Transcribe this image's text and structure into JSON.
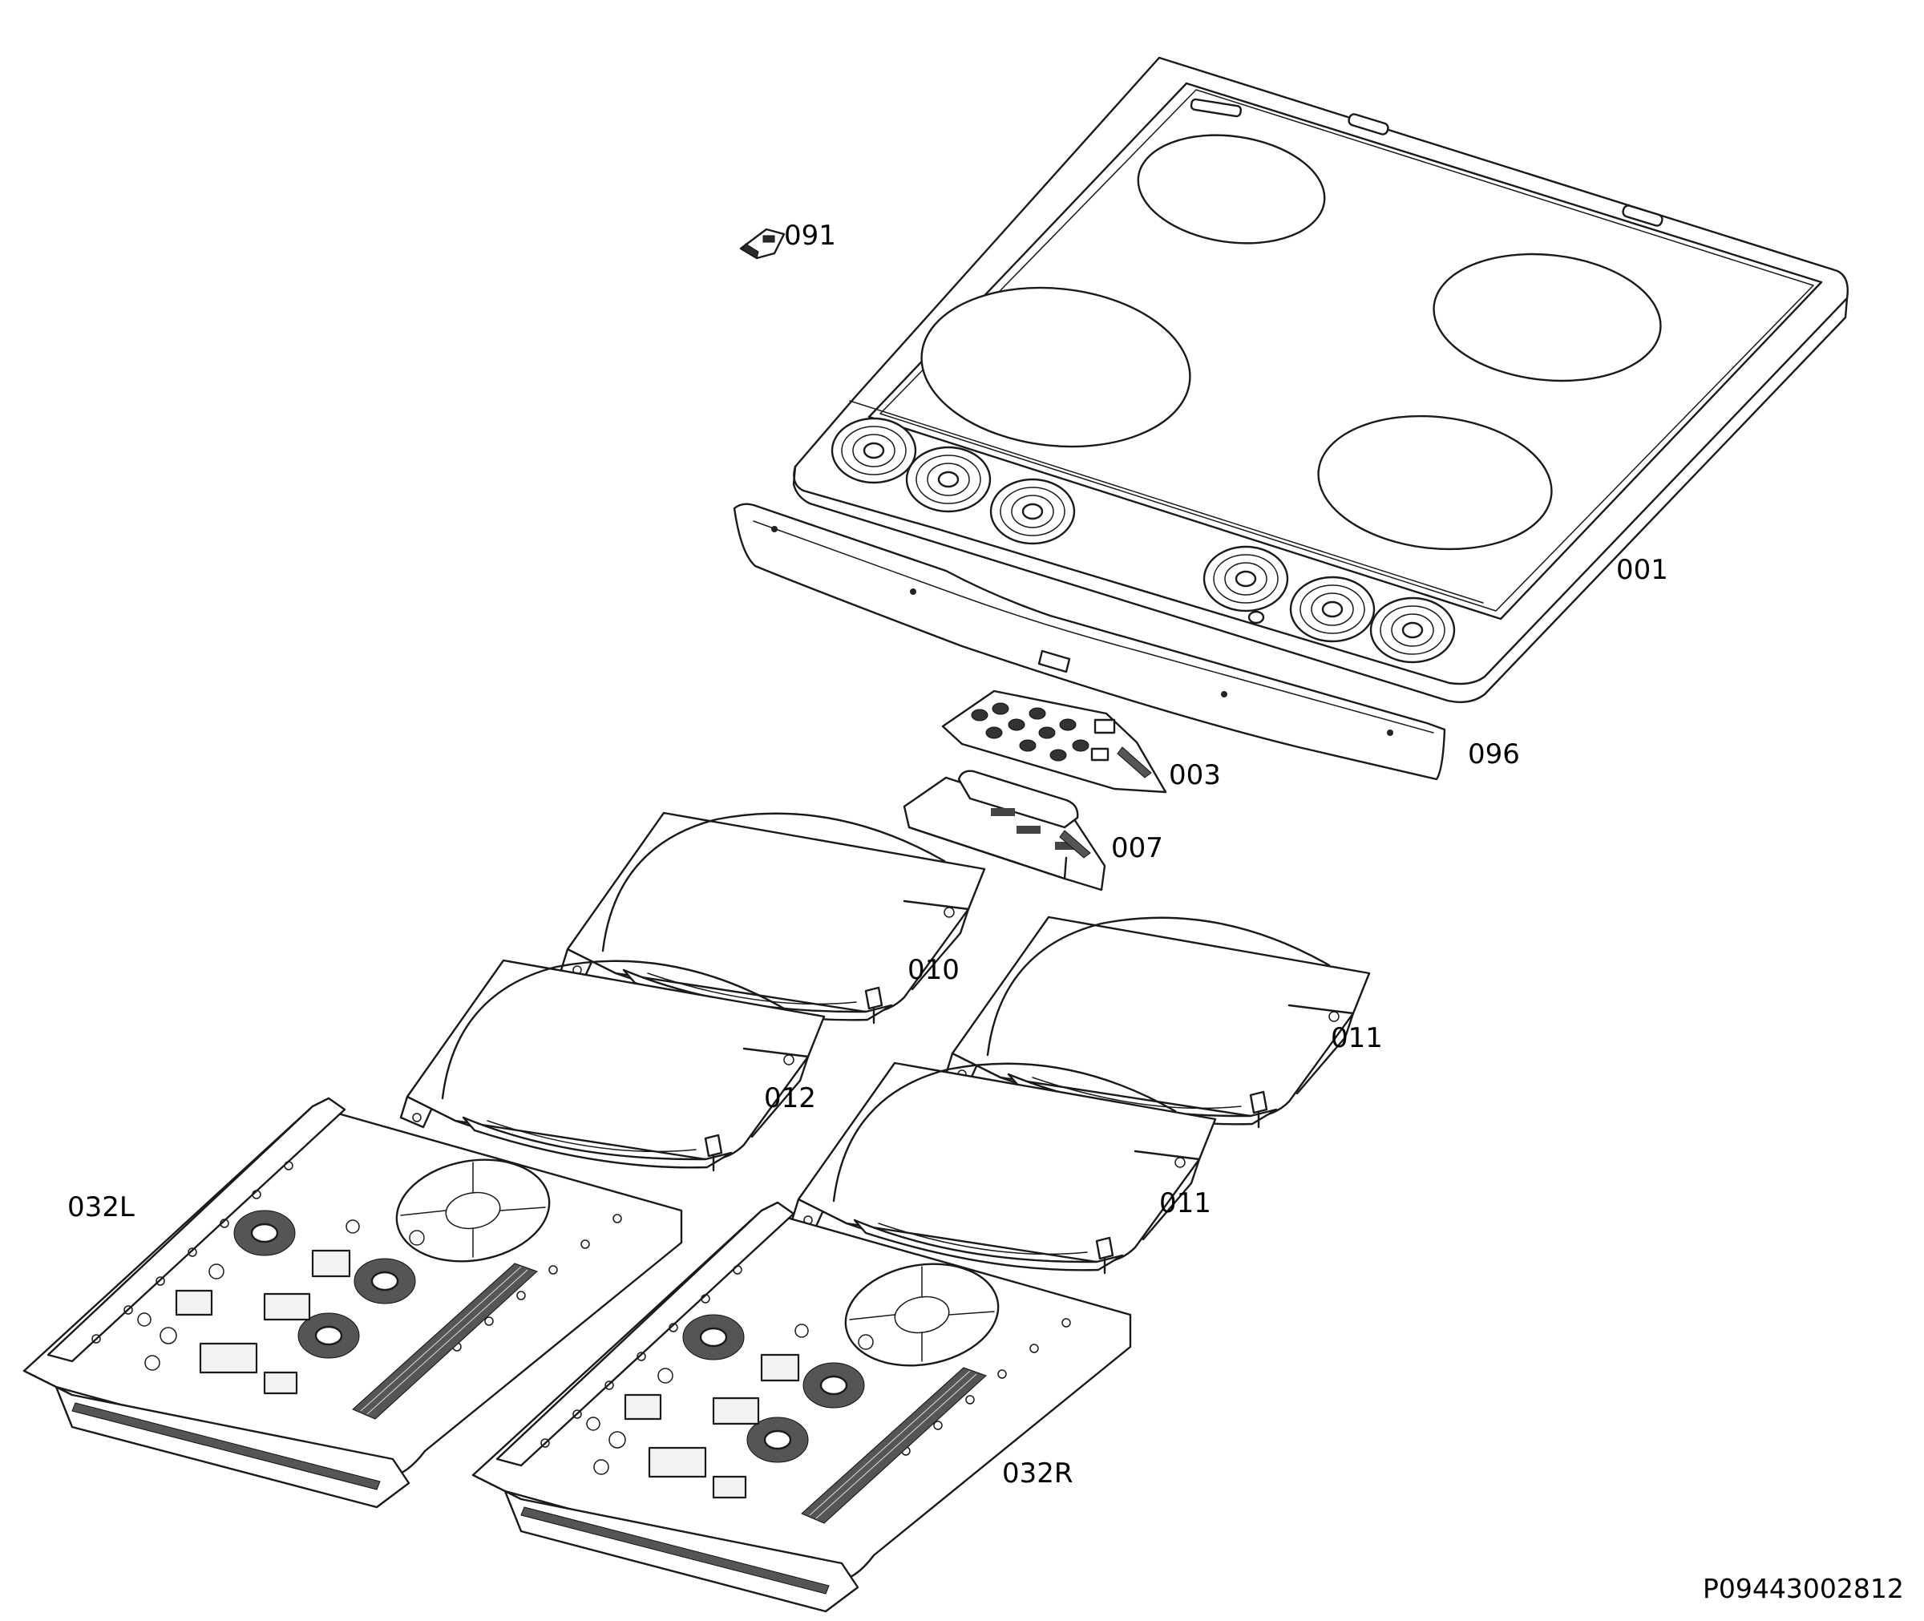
{
  "parts": [
    {
      "id": "001",
      "label": "001",
      "name": "hob-top"
    },
    {
      "id": "091",
      "label": "091",
      "name": "clip"
    },
    {
      "id": "096",
      "label": "096",
      "name": "front-trim"
    },
    {
      "id": "003",
      "label": "003",
      "name": "control-board"
    },
    {
      "id": "007",
      "label": "007",
      "name": "board-holder"
    },
    {
      "id": "010",
      "label": "010",
      "name": "induction-coil-rear-left"
    },
    {
      "id": "011a",
      "label": "011",
      "name": "induction-coil-rear-right"
    },
    {
      "id": "012",
      "label": "012",
      "name": "induction-coil-front-left"
    },
    {
      "id": "011b",
      "label": "011",
      "name": "induction-coil-front-right"
    },
    {
      "id": "032L",
      "label": "032L",
      "name": "power-module-left"
    },
    {
      "id": "032R",
      "label": "032R",
      "name": "power-module-right"
    }
  ],
  "document_code": "P09443002812",
  "colors": {
    "line": "#1a1a1a",
    "background": "#ffffff"
  }
}
